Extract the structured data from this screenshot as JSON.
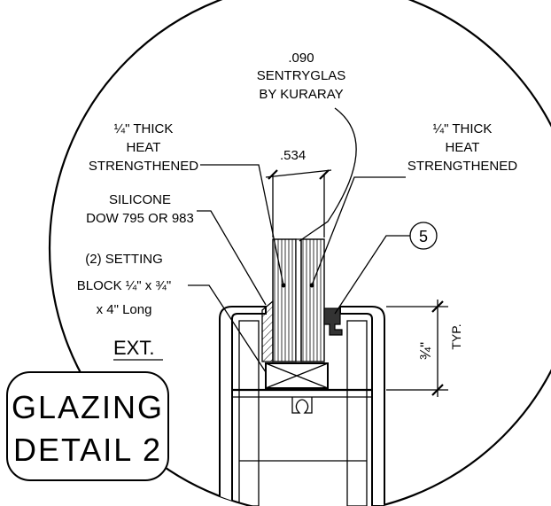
{
  "labels": {
    "interlayer": [
      ".090",
      "SENTRYGLAS",
      "BY KURARAY"
    ],
    "glass_left": [
      "¼\" THICK",
      "HEAT",
      "STRENGTHENED"
    ],
    "glass_right": [
      "¼\" THICK",
      "HEAT",
      "STRENGTHENED"
    ],
    "dimension": ".534",
    "silicone": [
      "SILICONE",
      "DOW 795 OR 983"
    ],
    "setting_block": [
      "(2) SETTING",
      "BLOCK ¼\" x ¾\"",
      "x 4\" Long"
    ],
    "exterior": "EXT.",
    "callout_number": "5",
    "bite_dim": "¾\"",
    "typ": "TYP."
  },
  "title": [
    "GLAZING",
    "DETAIL 2"
  ]
}
